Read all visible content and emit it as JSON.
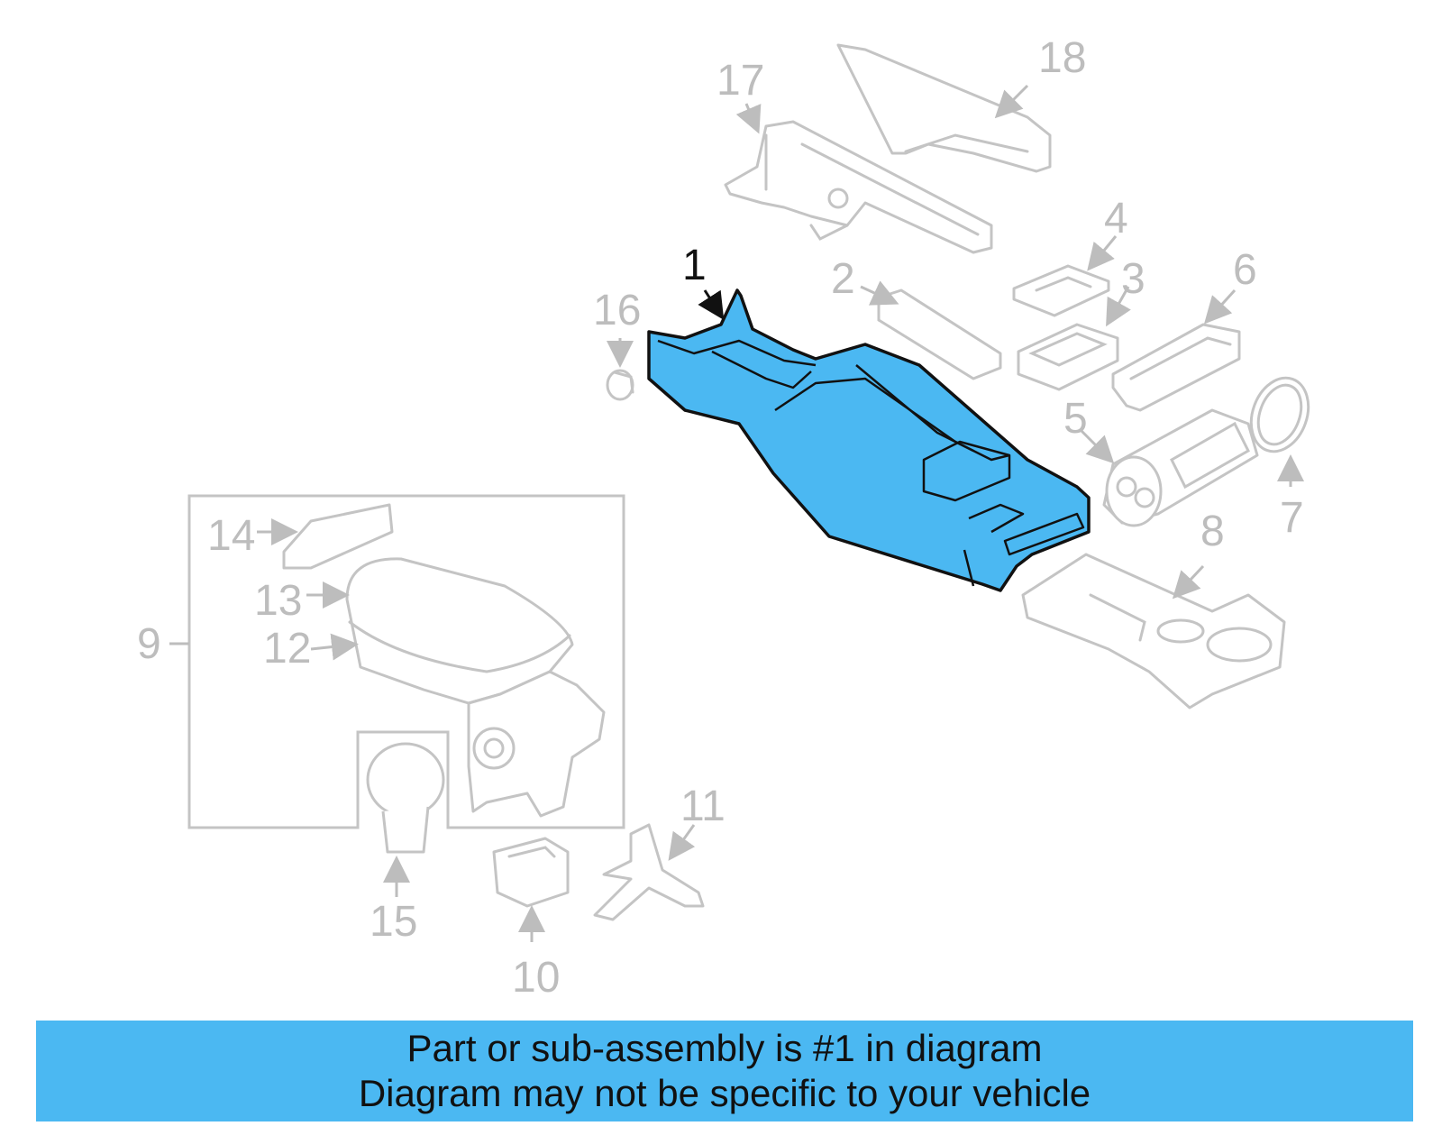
{
  "diagram": {
    "callouts": {
      "n1": "1",
      "n2": "2",
      "n3": "3",
      "n4": "4",
      "n5": "5",
      "n6": "6",
      "n7": "7",
      "n8": "8",
      "n9": "9",
      "n10": "10",
      "n11": "11",
      "n12": "12",
      "n13": "13",
      "n14": "14",
      "n15": "15",
      "n16": "16",
      "n17": "17",
      "n18": "18"
    },
    "highlight_part": "1",
    "colors": {
      "highlight": "#4bb8f2",
      "ghost": "#c4c4c4",
      "banner": "#4bb8f2"
    }
  },
  "banner": {
    "line1": "Part or sub-assembly is #1 in diagram",
    "line2": "Diagram may not be specific to your vehicle"
  }
}
